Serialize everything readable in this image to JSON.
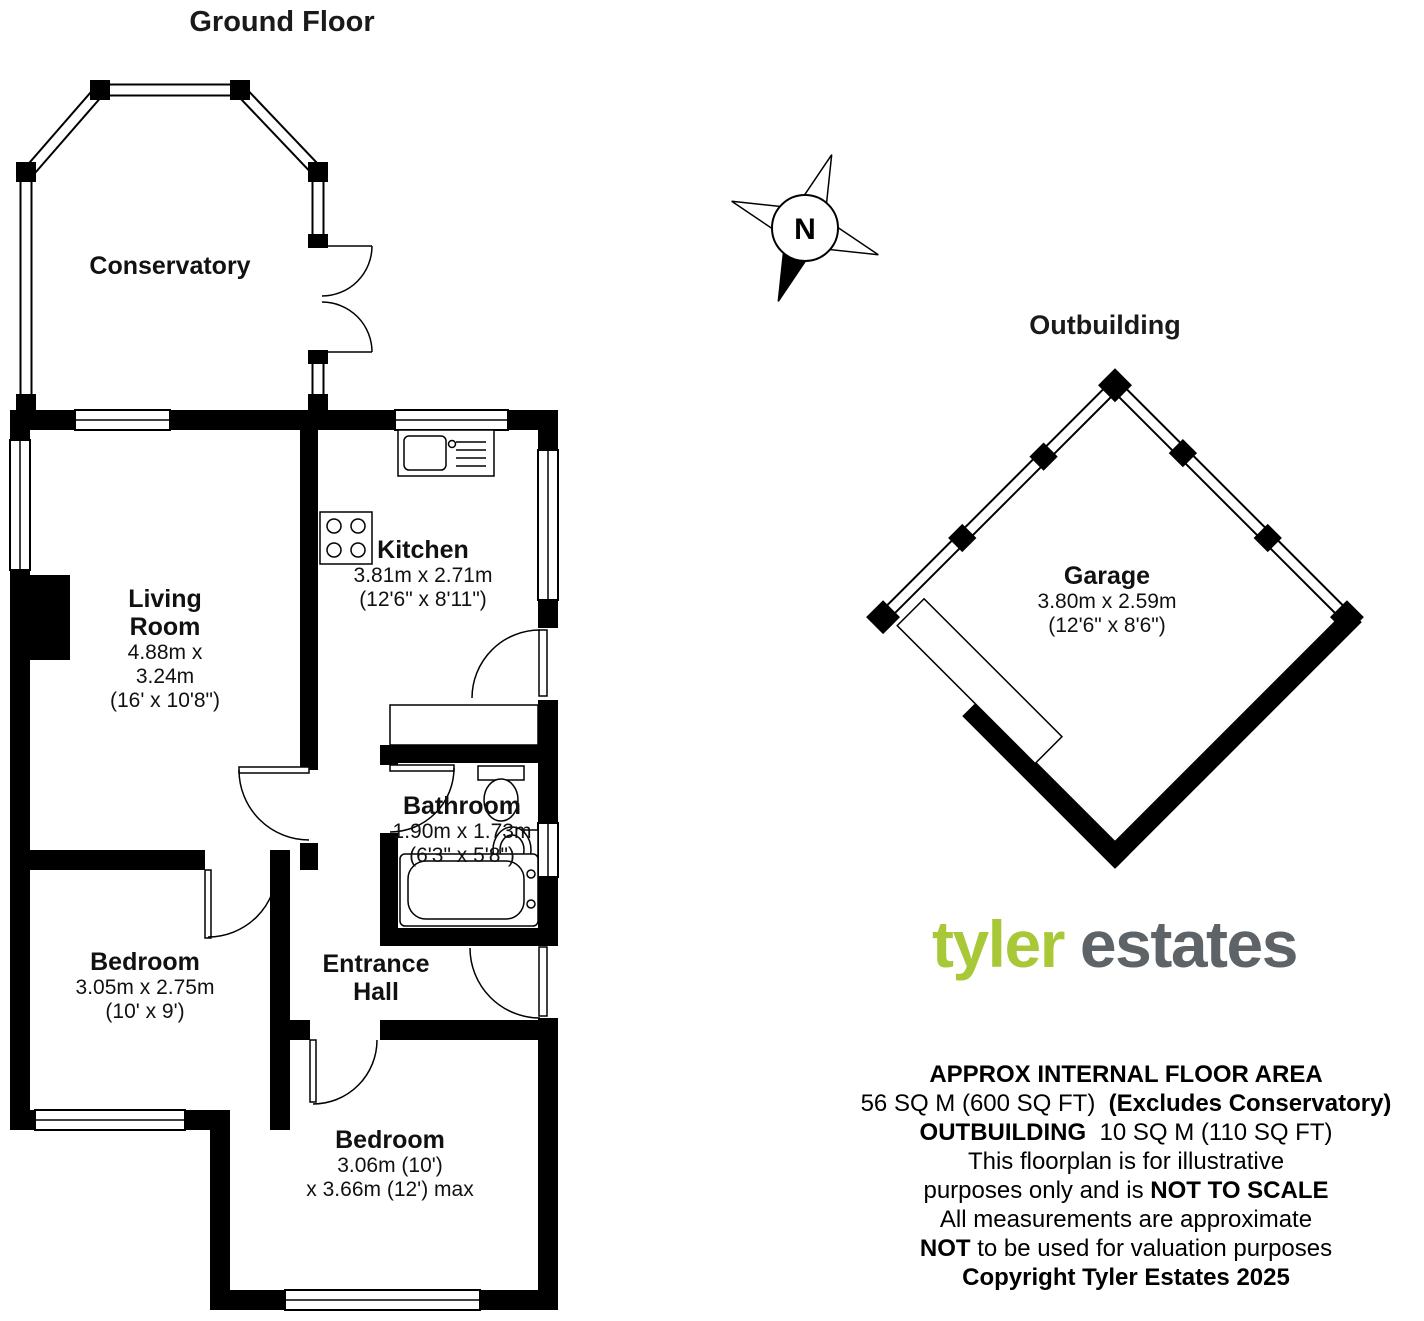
{
  "page": {
    "ground_floor_title": "Ground Floor",
    "outbuilding_title": "Outbuilding"
  },
  "compass": {
    "label": "N"
  },
  "rooms": {
    "conservatory": {
      "name": "Conservatory"
    },
    "living_room": {
      "name": "Living Room",
      "dims_metric": "4.88m x 3.24m",
      "dims_imperial": "(16' x 10'8\")"
    },
    "kitchen": {
      "name": "Kitchen",
      "dims_metric": "3.81m x 2.71m",
      "dims_imperial": "(12'6\" x 8'11\")"
    },
    "bathroom": {
      "name": "Bathroom",
      "dims_metric": "1.90m x 1.73m",
      "dims_imperial": "(6'3\" x 5'8\")"
    },
    "bedroom_1": {
      "name": "Bedroom",
      "dims_metric": "3.05m x 2.75m",
      "dims_imperial": "(10' x 9')"
    },
    "entrance_hall": {
      "name": "Entrance Hall"
    },
    "bedroom_2": {
      "name": "Bedroom",
      "dims_metric": "3.06m (10')",
      "dims_imperial": "x 3.66m (12') max"
    },
    "garage": {
      "name": "Garage",
      "dims_metric": "3.80m x 2.59m",
      "dims_imperial": "(12'6\" x 8'6\")"
    }
  },
  "logo": {
    "word1": "tyler",
    "word2": "estates",
    "word1_color": "#a9c838",
    "word2_color": "#5d6366"
  },
  "disclaimer": {
    "lines": [
      {
        "segments": [
          {
            "t": "APPROX INTERNAL FLOOR AREA",
            "b": true
          }
        ]
      },
      {
        "segments": [
          {
            "t": "56 SQ M (600 SQ FT)",
            "b": false
          },
          {
            "t": "  (Excludes Conservatory)",
            "b": true
          }
        ]
      },
      {
        "segments": [
          {
            "t": "OUTBUILDING",
            "b": true
          },
          {
            "t": "  10 SQ M (110 SQ FT)",
            "b": false
          }
        ]
      },
      {
        "segments": [
          {
            "t": "This floorplan is for illustrative",
            "b": false
          }
        ]
      },
      {
        "segments": [
          {
            "t": "purposes only and is ",
            "b": false
          },
          {
            "t": "NOT TO SCALE",
            "b": true
          }
        ]
      },
      {
        "segments": [
          {
            "t": "All measurements are approximate",
            "b": false
          }
        ]
      },
      {
        "segments": [
          {
            "t": "NOT",
            "b": true
          },
          {
            "t": " to be used for valuation purposes",
            "b": false
          }
        ]
      },
      {
        "segments": [
          {
            "t": "Copyright Tyler Estates 2025",
            "b": true
          }
        ]
      }
    ]
  }
}
